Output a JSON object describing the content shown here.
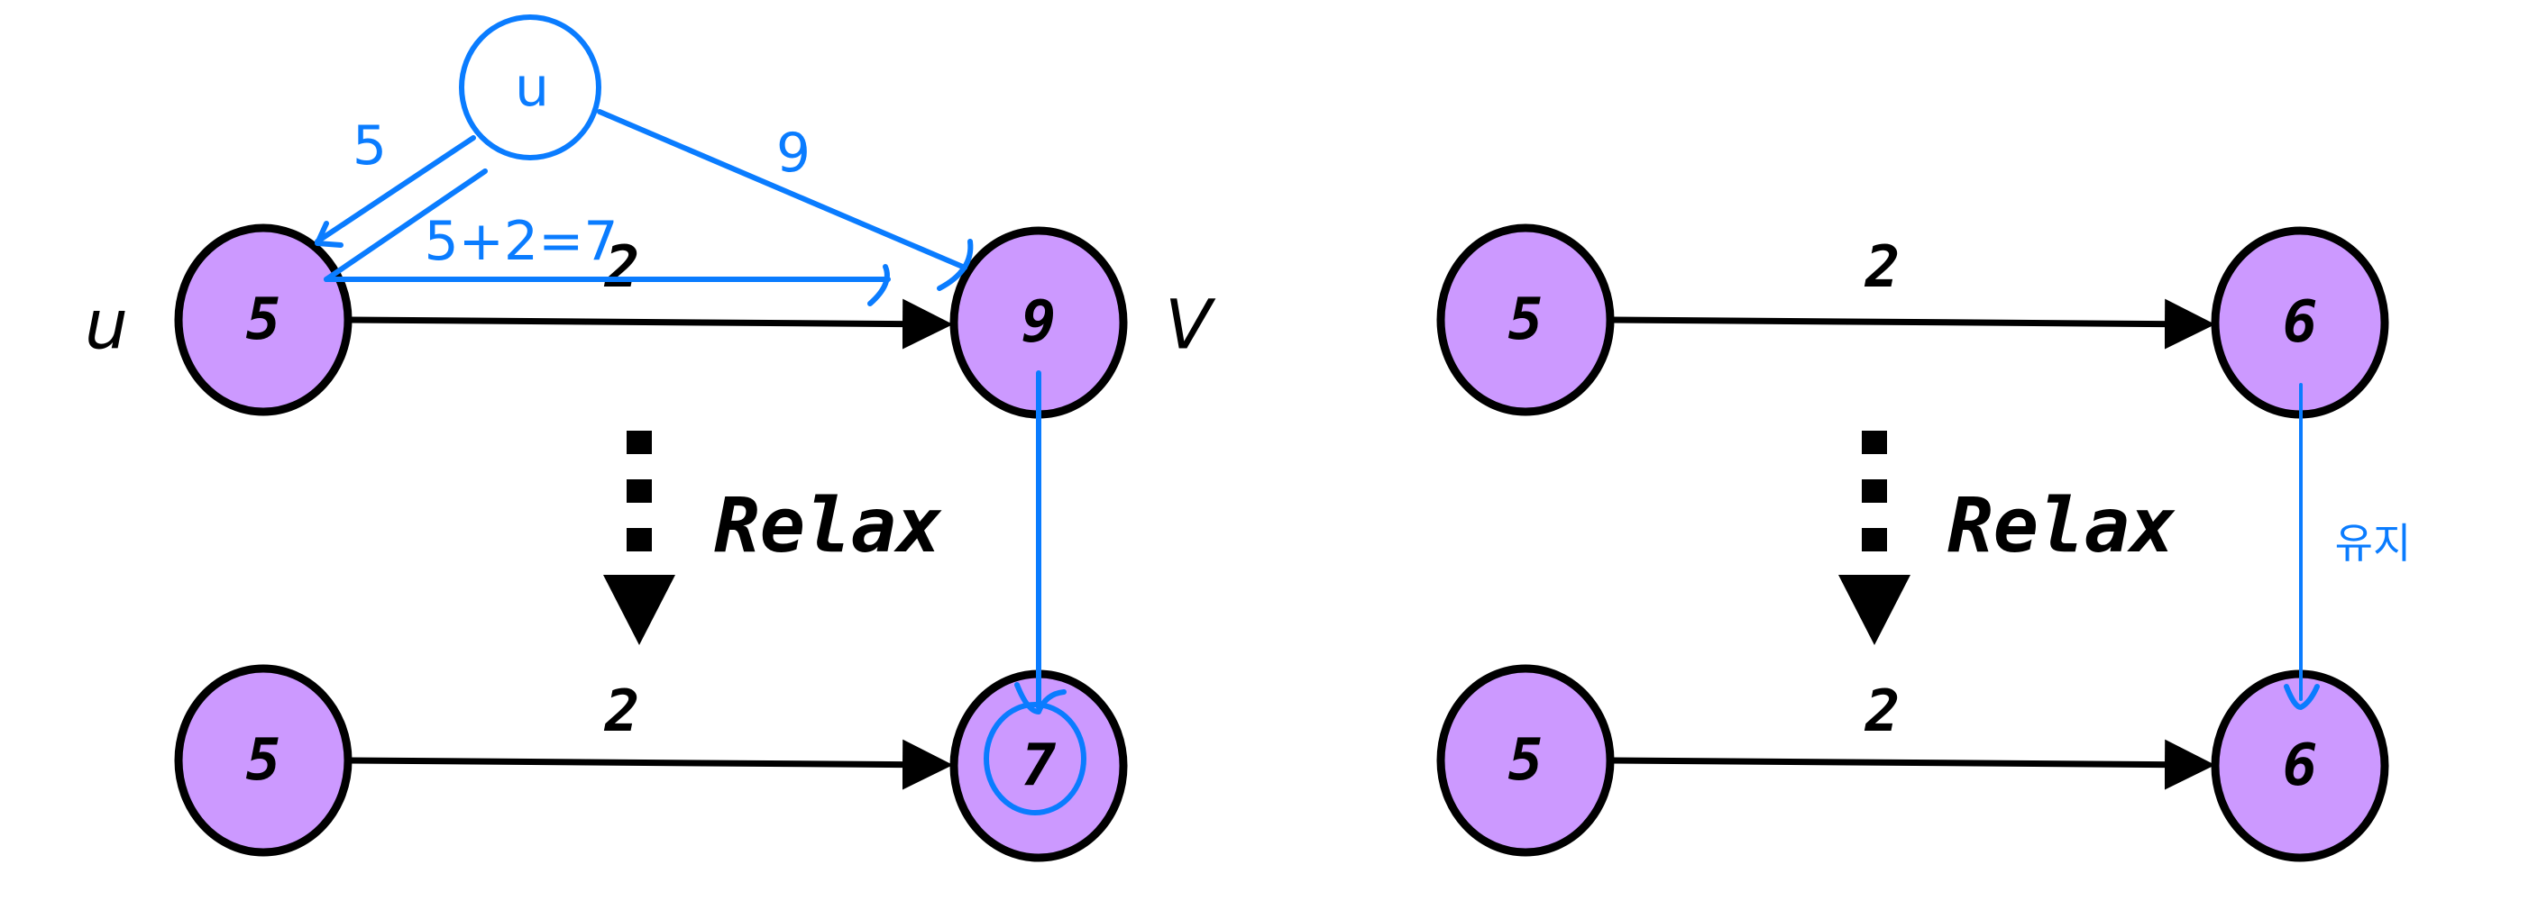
{
  "left_panel": {
    "vertex_u_label": "u",
    "vertex_v_label": "V",
    "before": {
      "u_value": "5",
      "v_value": "9",
      "edge_weight": "2"
    },
    "after": {
      "u_value": "5",
      "v_value": "7",
      "edge_weight": "2"
    },
    "relax_label": "Relax",
    "annotation": {
      "source_label": "u",
      "weight_to_u": "5",
      "weight_to_v": "9",
      "calculation": "5+2=7"
    }
  },
  "right_panel": {
    "before": {
      "u_value": "5",
      "v_value": "6",
      "edge_weight": "2"
    },
    "after": {
      "u_value": "5",
      "v_value": "6",
      "edge_weight": "2"
    },
    "relax_label": "Relax",
    "annotation": {
      "keep_label": "유지"
    }
  },
  "colors": {
    "node_fill": "#cc99ff",
    "annotation": "#0a7cff"
  }
}
